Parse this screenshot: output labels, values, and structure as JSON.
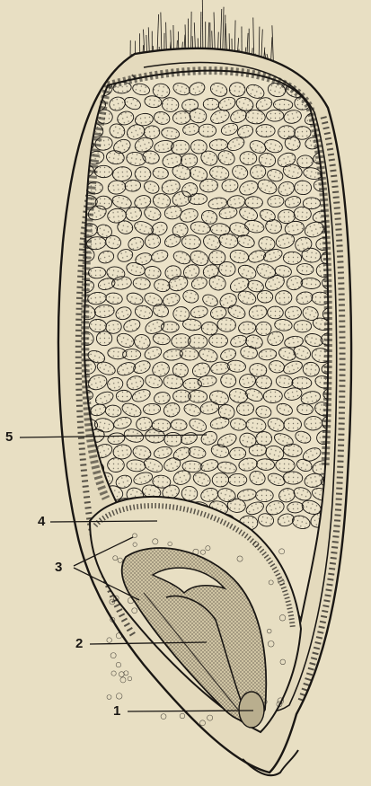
{
  "figure": {
    "labels": [
      {
        "id": "1",
        "text": "1"
      },
      {
        "id": "2",
        "text": "2"
      },
      {
        "id": "3",
        "text": "3"
      },
      {
        "id": "4",
        "text": "4"
      },
      {
        "id": "5",
        "text": "5"
      }
    ]
  },
  "colors": {
    "paper": "#e8dfc3",
    "ink": "#1a1714",
    "cell_fill": "#efe7cf",
    "embryo_fill": "#d2c7a8"
  }
}
